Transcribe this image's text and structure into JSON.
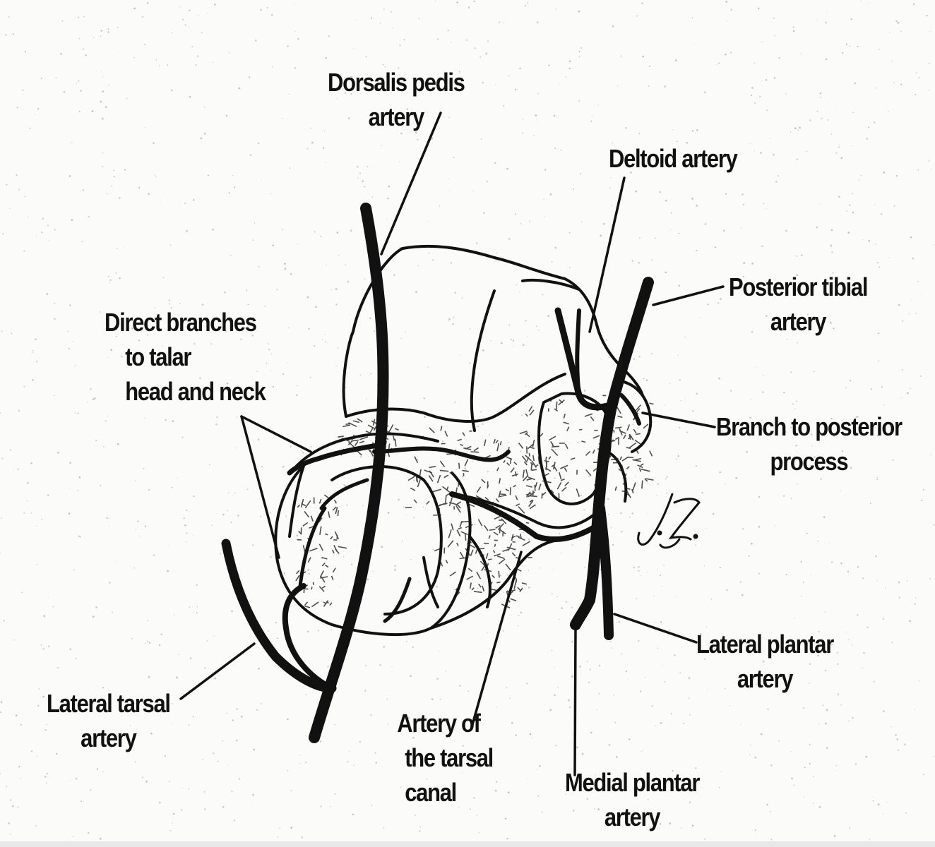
{
  "diagram": {
    "labels": {
      "dorsalis_pedis": [
        "Dorsalis pedis",
        "artery"
      ],
      "deltoid": [
        "Deltoid artery"
      ],
      "posterior_tibial": [
        "Posterior tibial",
        "artery"
      ],
      "direct_branches": [
        "Direct branches",
        "to talar",
        "head and neck"
      ],
      "branch_posterior_process": [
        "Branch to posterior",
        "process"
      ],
      "lateral_tarsal": [
        "Lateral tarsal",
        "artery"
      ],
      "tarsal_canal": [
        "Artery of",
        "the tarsal",
        "canal"
      ],
      "lateral_plantar": [
        "Lateral plantar",
        "artery"
      ],
      "medial_plantar": [
        "Medial plantar",
        "artery"
      ]
    },
    "signature": "J.Z.",
    "colors": {
      "ink": "#111111",
      "paper": "#fbfbf9"
    }
  }
}
